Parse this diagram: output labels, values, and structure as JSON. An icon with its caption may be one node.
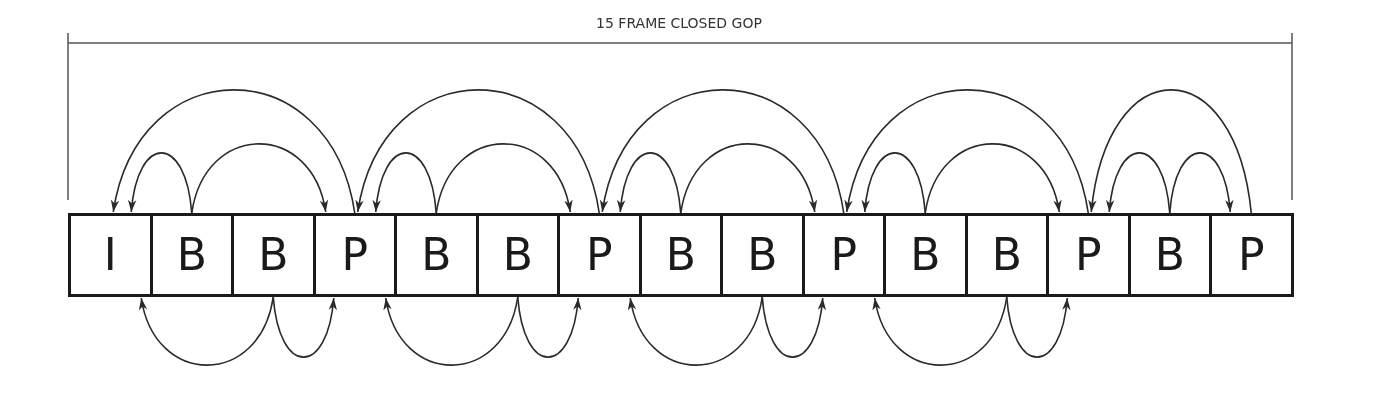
{
  "diagram": {
    "title": "15 FRAME CLOSED GOP",
    "nodes": [
      {
        "text": [
          "I"
        ]
      },
      {
        "text": [
          "B"
        ]
      },
      {
        "text": [
          "B"
        ]
      },
      {
        "text": [
          "P"
        ]
      },
      {
        "text": [
          "B"
        ]
      },
      {
        "text": [
          "B"
        ]
      },
      {
        "text": [
          "P"
        ]
      },
      {
        "text": [
          "B"
        ]
      },
      {
        "text": [
          "B"
        ]
      },
      {
        "text": [
          "P"
        ]
      },
      {
        "text": [
          "B"
        ]
      },
      {
        "text": [
          "B"
        ]
      },
      {
        "text": [
          "P"
        ]
      },
      {
        "text": [
          "B"
        ]
      },
      {
        "text": [
          "P"
        ]
      }
    ],
    "edges": [
      {
        "from": 1,
        "to": 0,
        "arrow": "to"
      },
      {
        "from": 1,
        "to": 3,
        "arrow": "to"
      },
      {
        "from": 2,
        "to": 0,
        "arrow": "to"
      },
      {
        "from": 2,
        "to": 3,
        "arrow": "to"
      },
      {
        "from": 3,
        "to": 0,
        "arrow": "to"
      },
      {
        "from": 4,
        "to": 3,
        "arrow": "to"
      },
      {
        "from": 4,
        "to": 6,
        "arrow": "to"
      },
      {
        "from": 5,
        "to": 3,
        "arrow": "to"
      },
      {
        "from": 5,
        "to": 6,
        "arrow": "to"
      },
      {
        "from": 6,
        "to": 3,
        "arrow": "to"
      },
      {
        "from": 7,
        "to": 6,
        "arrow": "to"
      },
      {
        "from": 7,
        "to": 9,
        "arrow": "to"
      },
      {
        "from": 8,
        "to": 6,
        "arrow": "to"
      },
      {
        "from": 8,
        "to": 9,
        "arrow": "to"
      },
      {
        "from": 9,
        "to": 6,
        "arrow": "to"
      },
      {
        "from": 10,
        "to": 9,
        "arrow": "to"
      },
      {
        "from": 10,
        "to": 12,
        "arrow": "to"
      },
      {
        "from": 11,
        "to": 9,
        "arrow": "to"
      },
      {
        "from": 11,
        "to": 12,
        "arrow": "to"
      },
      {
        "from": 12,
        "to": 9,
        "arrow": "to"
      },
      {
        "from": 13,
        "to": 12,
        "arrow": "to"
      },
      {
        "from": 13,
        "to": 14,
        "arrow": "to"
      },
      {
        "from": 14,
        "to": 12,
        "arrow": "to"
      }
    ]
  }
}
